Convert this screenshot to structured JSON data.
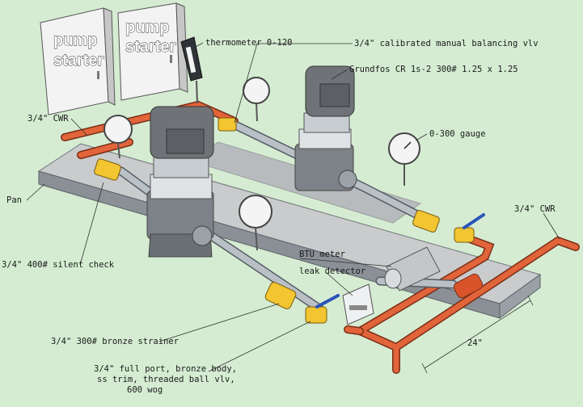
{
  "labels": {
    "pump_starter_left": "pump starter",
    "pump_starter_right": "pump starter",
    "thermometer": "thermometer 0-120",
    "balancing_valve": "3/4\" calibrated manual balancing vlv",
    "grundfos": "Grundfos CR 1s-2 300# 1.25 x 1.25",
    "gauge": "0-300 gauge",
    "cwr_left": "3/4\" CWR",
    "cwr_right": "3/4\" CWR",
    "pan": "Pan",
    "silent_check": "3/4\" 400# silent check",
    "btu_meter": "BTU meter",
    "leak_detector": "leak detector",
    "strainer": "3/4\" 300# bronze strainer",
    "ball_valve_1": "3/4\" full port, bronze body,",
    "ball_valve_2": "ss trim, threaded ball vlv,",
    "ball_valve_3": "600 wog",
    "dimension": "24\""
  },
  "colors": {
    "background": "#d5ecd2",
    "pan_top": "#c9cbcc",
    "pan_side": "#8a9096",
    "pipe_copper": "#e2643a",
    "valve_brass": "#f2c531",
    "valve_handle": "#2a54b8",
    "motor": "#6f7378",
    "stainless": "#b9c0c6"
  }
}
